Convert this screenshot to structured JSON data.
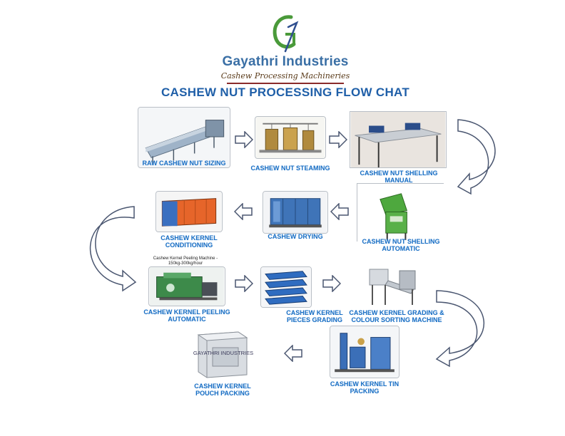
{
  "header": {
    "brand_name": "Gayathri Industries",
    "tagline": "Cashew Processing Machineries",
    "title": "CASHEW NUT PROCESSING FLOW CHAT"
  },
  "steps": [
    {
      "label": "RAW CASHEW NUT SIZING"
    },
    {
      "label": "CASHEW NUT STEAMING"
    },
    {
      "label": "CASHEW NUT SHELLING MANUAL"
    },
    {
      "label": "CASHEW NUT SHELLING AUTOMATIC"
    },
    {
      "label": "CASHEW DRYING"
    },
    {
      "label": "CASHEW KERNEL CONDITIONING"
    },
    {
      "label": "CASHEW KERNEL PEELING AUTOMATIC"
    },
    {
      "label": "CASHEW KERNEL PIECES GRADING"
    },
    {
      "label": "CASHEW KERNEL GRADING & COLOUR SORTING MACHINE"
    },
    {
      "label": "CASHEW KERNEL TIN PACKING"
    },
    {
      "label": "CASHEW KERNEL POUCH PACKING"
    }
  ],
  "peeling_caption": "Cashew Kernel Peeling Machine - 150kg-300kg/hour",
  "pouch_overlay": "GAYATHRI INDUSTRIES",
  "colors": {
    "label_blue": "#1a6fc4",
    "title_blue": "#1f5fa8",
    "logo_green": "#4a9a3a",
    "arrow_fill": "#ffffff",
    "arrow_stroke": "#4a5670"
  }
}
